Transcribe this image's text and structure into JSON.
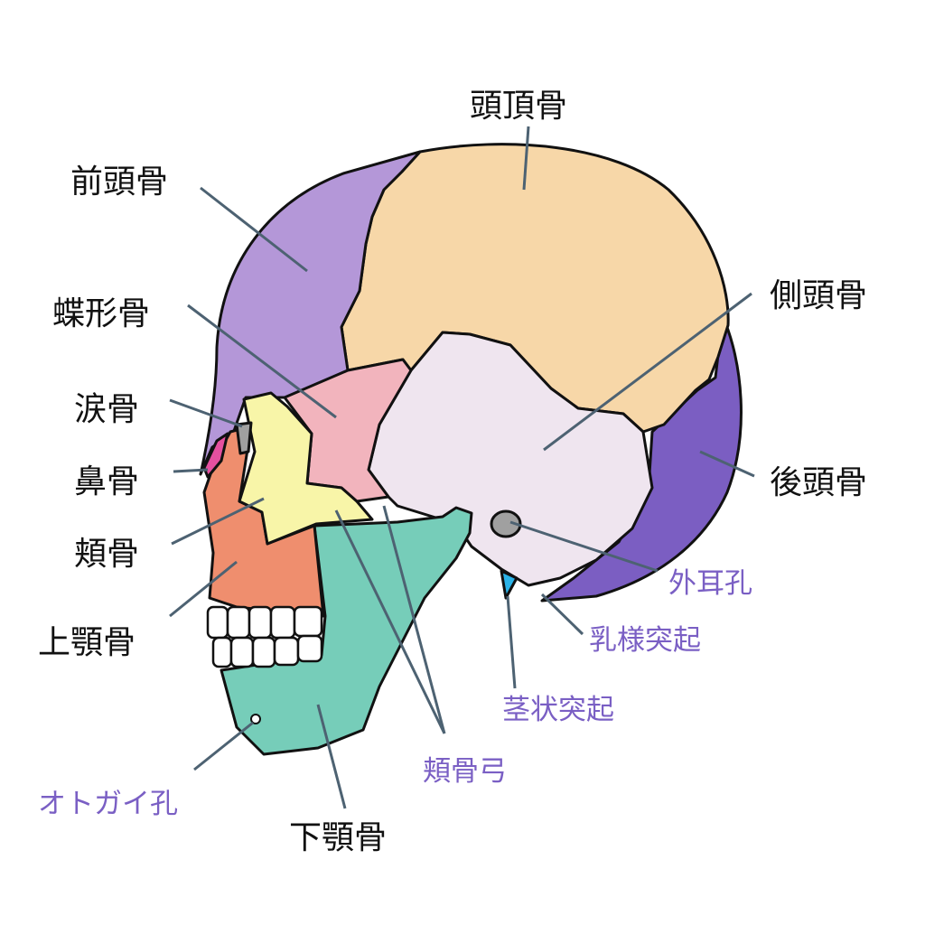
{
  "title": "頭蓋骨 側面図",
  "labels": {
    "parietal": "頭頂骨",
    "frontal": "前頭骨",
    "sphenoid": "蝶形骨",
    "temporal": "側頭骨",
    "lacrimal": "涙骨",
    "nasal": "鼻骨",
    "zygomatic": "頬骨",
    "maxilla": "上顎骨",
    "occipital": "後頭骨",
    "external_acoustic_meatus": "外耳孔",
    "mastoid_process": "乳様突起",
    "styloid_process": "茎状突起",
    "zygomatic_arch": "頬骨弓",
    "mental_foramen": "オトガイ孔",
    "mandible": "下顎骨"
  },
  "colors": {
    "frontal": "#b497d8",
    "parietal": "#f7d7a8",
    "sphenoid": "#f2b4bd",
    "temporal": "#efe5ef",
    "occipital": "#7b5ec2",
    "zygomatic": "#f8f5a8",
    "maxilla": "#ef8e6e",
    "mandible": "#76cdb9",
    "nasal": "#e5509f",
    "lacrimal": "#a0a0a0",
    "styloid": "#2bb3e8",
    "sub_label": "#7a5fc4",
    "pointer": "#4d6272"
  }
}
